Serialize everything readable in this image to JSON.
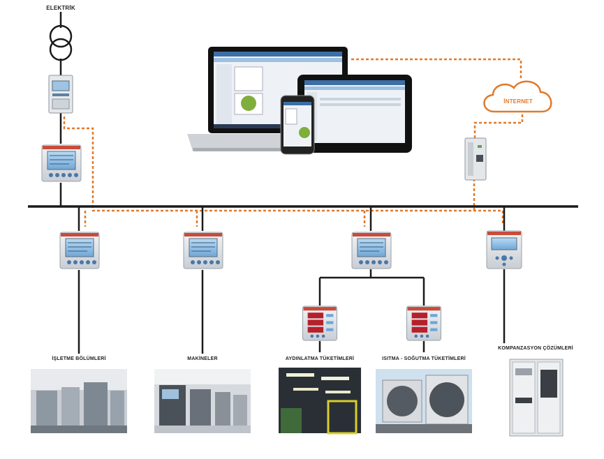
{
  "labels": {
    "elektrik": "ELEKTRİK",
    "internet": "İNTERNET",
    "isletme": "İŞLETME BÖLÜMLERİ",
    "makineler": "MAKİNELER",
    "aydinlatma": "AYDINLATMA TÜKETİMLERİ",
    "isitma": "ISITMA - SOĞUTMA TÜKETİMLERİ",
    "kompanzasyon": "KOMPANZASYON ÇÖZÜMLERİ"
  },
  "icons": {
    "transformer": "transformer-icon",
    "cloud": "cloud-icon",
    "analyzer": "energy-analyzer-icon",
    "gateway": "din-rail-gateway-icon"
  },
  "colors": {
    "data_link": "#e07a2c",
    "power_line": "#1a1a1a",
    "device_body": "#dfe3e8",
    "device_screen": "#8fc0e8"
  }
}
